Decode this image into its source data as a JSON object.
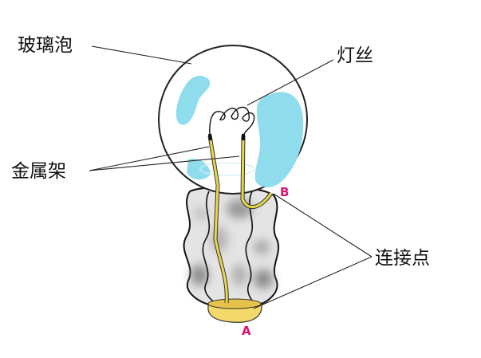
{
  "labels": {
    "glass_bulb": "玻璃泡",
    "filament": "灯丝",
    "metal_frame": "金属架",
    "connection_points": "连接点"
  },
  "points": {
    "a": "A",
    "b": "B"
  },
  "colors": {
    "point_label": "#e0106e",
    "glass_highlight": "#8fdcec",
    "metal_wire": "#e8d84a",
    "base_cap": "#f3d86a",
    "screw_shade": "#8a8a8a",
    "leader_line": "#222222"
  }
}
